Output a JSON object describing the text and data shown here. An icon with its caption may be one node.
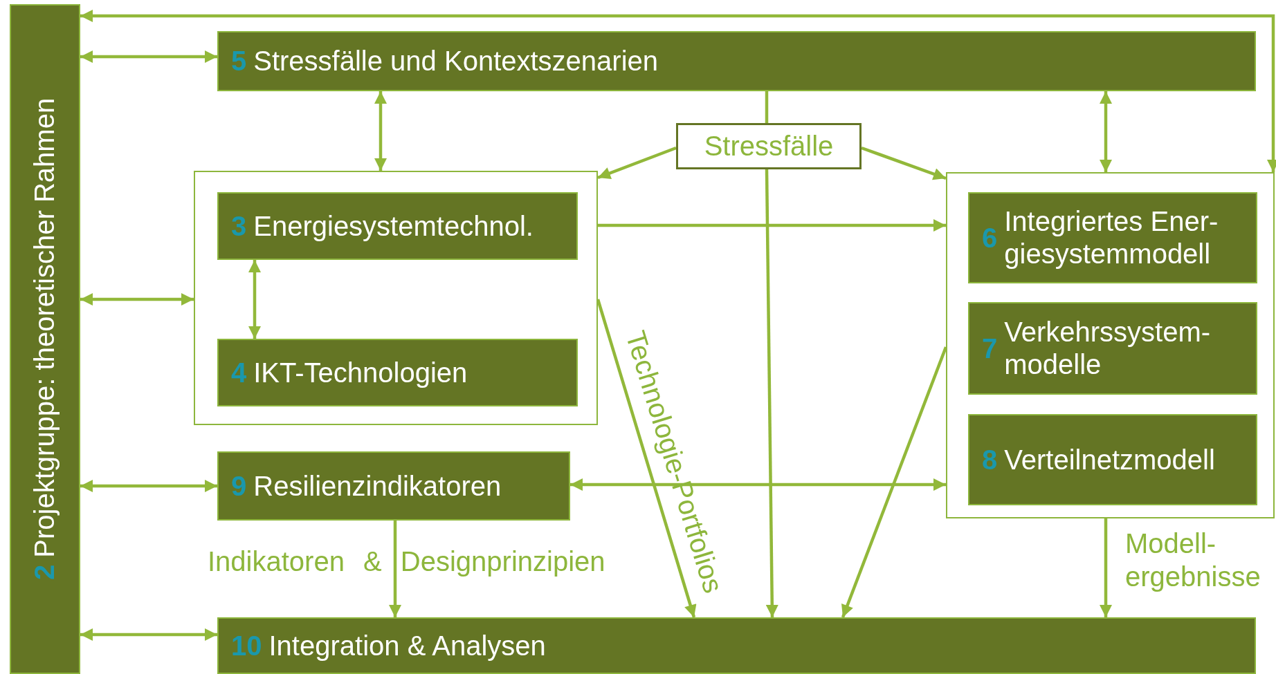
{
  "diagram": {
    "nodes": [
      {
        "text": [
          "2",
          "Projektgruppe: theoretischer Rahmen"
        ]
      },
      {
        "text": [
          "5",
          "Stressfälle und Kontextszenarien"
        ]
      },
      {
        "text": [],
        "shape": "box"
      },
      {
        "text": [
          "3",
          "Energiesystemtechnol."
        ],
        "in": 2
      },
      {
        "text": [
          "4",
          "IKT-Technologien"
        ],
        "in": 2
      },
      {
        "text": [
          "Stressfälle"
        ]
      },
      {
        "text": [],
        "shape": "box"
      },
      {
        "text": [
          "6",
          "Integriertes Ener- giesystemmodell"
        ],
        "in": 6
      },
      {
        "text": [
          "7",
          "Verkehrssystem- modelle"
        ],
        "in": 6
      },
      {
        "text": [
          "8",
          "Verteilnetzmodell"
        ],
        "in": 6
      },
      {
        "text": [
          "9",
          "Resilienzindikatoren"
        ]
      },
      {
        "text": [
          "10",
          "Integration & Analysen"
        ]
      }
    ],
    "edges": [
      {
        "from": 0,
        "to": 1,
        "arrow": "both"
      },
      {
        "from": 0,
        "to": 2,
        "arrow": "both"
      },
      {
        "from": 0,
        "to": 10,
        "arrow": "both"
      },
      {
        "from": 0,
        "to": 11,
        "arrow": "both"
      },
      {
        "from": 6,
        "to": 0,
        "arrow": "both"
      },
      {
        "from": 1,
        "to": 2,
        "arrow": "both"
      },
      {
        "from": 1,
        "to": 6,
        "arrow": "both"
      },
      {
        "from": 1,
        "to": 5,
        "arrow": "none"
      },
      {
        "from": 5,
        "to": 2,
        "arrow": "to"
      },
      {
        "from": 5,
        "to": 6,
        "arrow": "to"
      },
      {
        "from": 5,
        "to": 11,
        "arrow": "to"
      },
      {
        "from": 3,
        "to": 4,
        "arrow": "both"
      },
      {
        "from": 2,
        "to": 6,
        "arrow": "to"
      },
      {
        "from": 10,
        "to": 6,
        "arrow": "both"
      },
      {
        "from": 2,
        "to": 11,
        "arrow": "to",
        "label": "Technologie-Portfolios"
      },
      {
        "from": 6,
        "to": 11,
        "arrow": "to"
      },
      {
        "from": 10,
        "to": 11,
        "arrow": "to",
        "label": "Indikatoren & Designprinzipien"
      },
      {
        "from": 6,
        "to": 11,
        "arrow": "to",
        "label": "Modell- ergebnisse"
      }
    ]
  }
}
